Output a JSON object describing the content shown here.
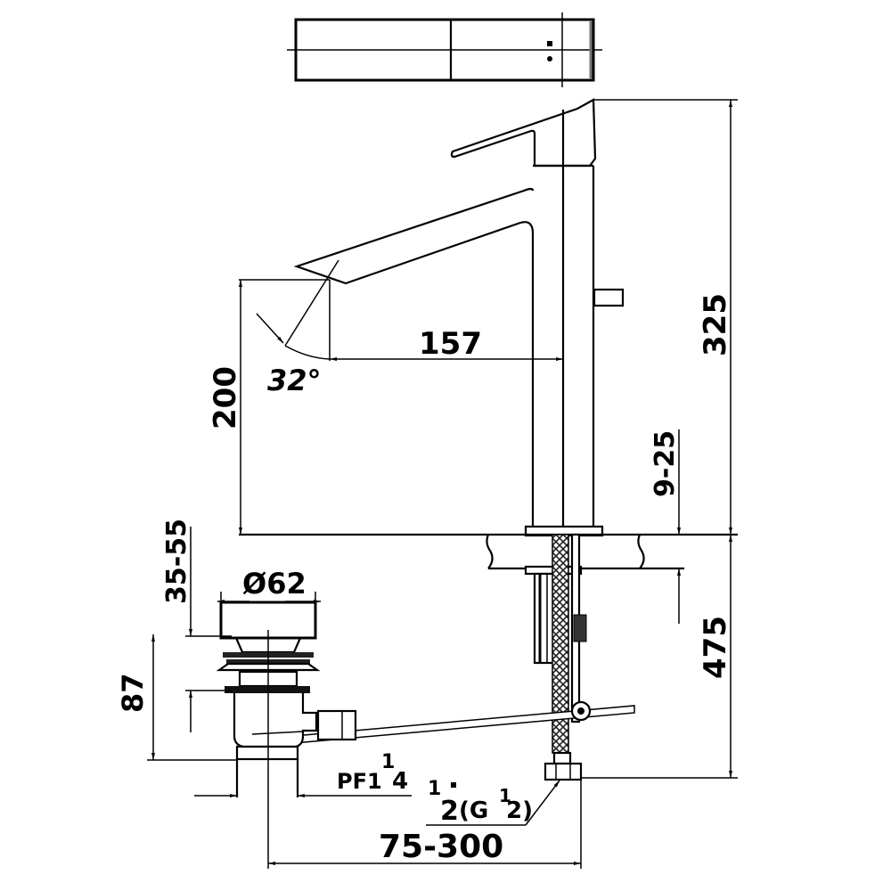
{
  "drawing": {
    "title": "Basin faucet technical drawing",
    "background": "#ffffff",
    "line_color": "#000000",
    "views": [
      "top-view",
      "side-view",
      "pop-up-waste-assembly"
    ],
    "dimensions": {
      "spout_reach": "157",
      "spout_angle": "32°",
      "spout_height": "200",
      "total_height": "325",
      "deck_thickness": "9-25",
      "hose_length": "475",
      "waste_flange_diameter": "Ø62",
      "waste_thread_range": "35-55",
      "waste_body_height": "87",
      "waste_thread_num": "1",
      "waste_thread_prefix": "PF1",
      "waste_thread_den": "4",
      "inlet_num": "1",
      "inlet_den": "2",
      "inlet_g": "(G",
      "inlet_g_num": "1",
      "inlet_g_den": "2)",
      "center_distance": "75-300"
    }
  }
}
